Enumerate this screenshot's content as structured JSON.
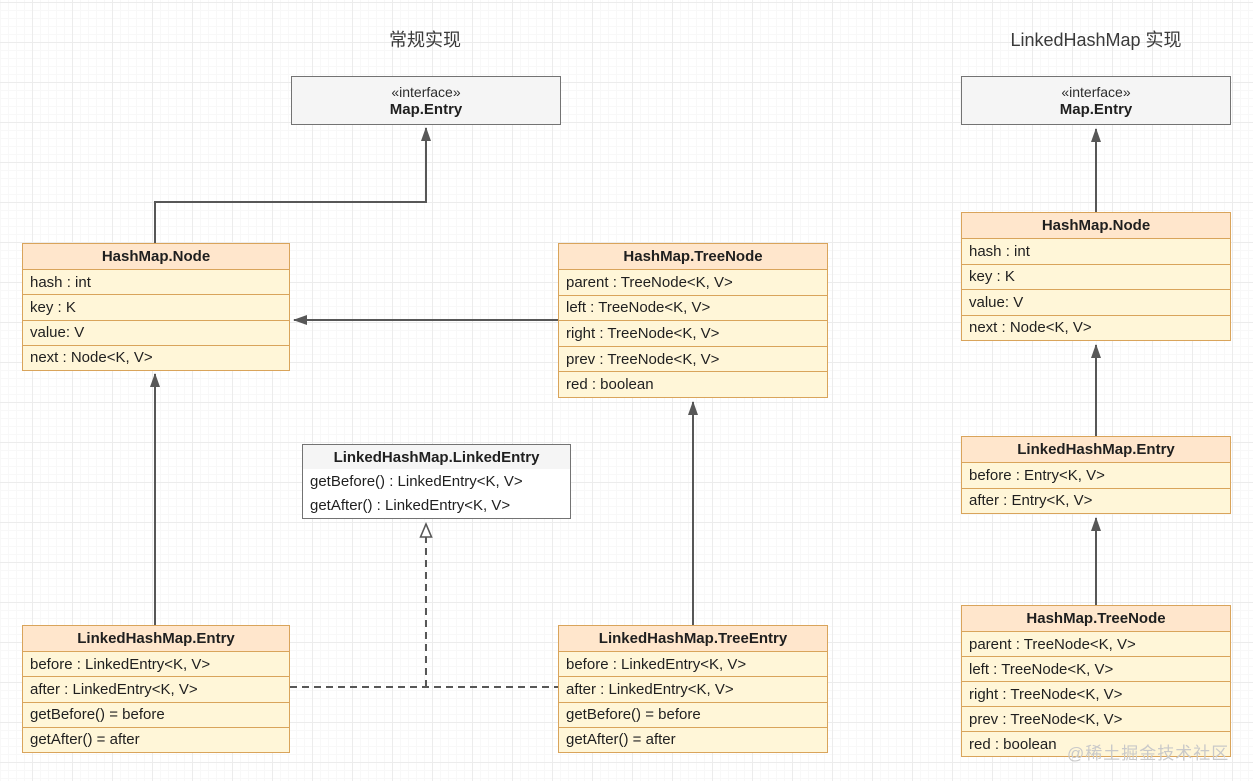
{
  "titles": {
    "left": "常规实现",
    "right": "LinkedHashMap 实现"
  },
  "watermark": "@稀土掘金技术社区",
  "colors": {
    "class_header_fill": "#ffe6cc",
    "class_row_fill": "#fff6d8",
    "class_border": "#d9a45b",
    "neutral_fill": "#f5f5f5",
    "neutral_border": "#737373",
    "edge": "#575757",
    "grid_major": "#ececec",
    "grid_minor": "#f8f8f8",
    "text": "#1f1f1f",
    "watermark": "#c9c9c9"
  },
  "classes": [
    {
      "stereotype": "«interface»",
      "name": "Map.Entry",
      "rows": []
    },
    {
      "name": "HashMap.Node",
      "rows": [
        "hash : int",
        "key : K",
        "value: V",
        "next : Node<K, V>"
      ]
    },
    {
      "name": "HashMap.TreeNode",
      "rows": [
        "parent : TreeNode<K, V>",
        "left : TreeNode<K, V>",
        "right : TreeNode<K, V>",
        "prev : TreeNode<K, V>",
        "red : boolean"
      ]
    },
    {
      "name": "LinkedHashMap.LinkedEntry",
      "rows": [
        "getBefore() : LinkedEntry<K, V>",
        "getAfter() : LinkedEntry<K, V>"
      ]
    },
    {
      "name": "LinkedHashMap.Entry",
      "rows": [
        "before : LinkedEntry<K, V>",
        "after : LinkedEntry<K, V>",
        "getBefore() = before",
        "getAfter() = after"
      ]
    },
    {
      "name": "LinkedHashMap.TreeEntry",
      "rows": [
        "before : LinkedEntry<K, V>",
        "after : LinkedEntry<K, V>",
        "getBefore() = before",
        "getAfter() = after"
      ]
    },
    {
      "stereotype": "«interface»",
      "name": "Map.Entry",
      "rows": []
    },
    {
      "name": "HashMap.Node",
      "rows": [
        "hash : int",
        "key : K",
        "value: V",
        "next : Node<K, V>"
      ]
    },
    {
      "name": "LinkedHashMap.Entry",
      "rows": [
        "before : Entry<K, V>",
        "after : Entry<K, V>"
      ]
    },
    {
      "name": "HashMap.TreeNode",
      "rows": [
        "parent : TreeNode<K, V>",
        "left : TreeNode<K, V>",
        "right : TreeNode<K, V>",
        "prev : TreeNode<K, V>",
        "red : boolean"
      ]
    }
  ],
  "connections": [
    {
      "side": "left",
      "from": "HashMap.Node",
      "to": "Map.Entry",
      "type": "solid-filled-arrow"
    },
    {
      "side": "left",
      "from": "HashMap.TreeNode",
      "to": "HashMap.Node",
      "type": "solid-filled-arrow"
    },
    {
      "side": "left",
      "from": "LinkedHashMap.Entry",
      "to": "HashMap.Node",
      "type": "solid-filled-arrow"
    },
    {
      "side": "left",
      "from": "LinkedHashMap.TreeEntry",
      "to": "HashMap.TreeNode",
      "type": "solid-filled-arrow"
    },
    {
      "side": "left",
      "from": "LinkedHashMap.Entry",
      "to": "LinkedHashMap.LinkedEntry",
      "type": "dashed-hollow-arrow"
    },
    {
      "side": "left",
      "from": "LinkedHashMap.TreeEntry",
      "to": "LinkedHashMap.LinkedEntry",
      "type": "dashed-hollow-arrow"
    },
    {
      "side": "right",
      "from": "HashMap.Node",
      "to": "Map.Entry",
      "type": "solid-filled-arrow"
    },
    {
      "side": "right",
      "from": "LinkedHashMap.Entry",
      "to": "HashMap.Node",
      "type": "solid-filled-arrow"
    },
    {
      "side": "right",
      "from": "HashMap.TreeNode",
      "to": "LinkedHashMap.Entry",
      "type": "solid-filled-arrow"
    }
  ]
}
